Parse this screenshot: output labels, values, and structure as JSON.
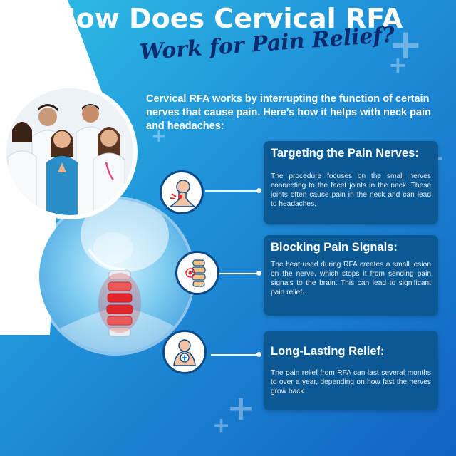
{
  "title": {
    "line1": "How Does Cervical RFA",
    "line2": "Work for Pain Relief?"
  },
  "intro": "Cervical RFA works by interrupting the function of certain nerves that cause pain. Here’s how it helps with neck pain and headaches:",
  "cards": [
    {
      "heading": "Targeting the Pain Nerves:",
      "body": "The procedure focuses on the small nerves connecting to the facet joints in the neck. These joints often cause pain in the neck and can lead to headaches.",
      "icon": "neck-pain-icon"
    },
    {
      "heading": "Blocking Pain Signals:",
      "body": "The heat used during RFA creates a small lesion on the nerve, which stops it from sending pain signals to the brain. This can lead to significant pain relief.",
      "icon": "spine-vertebrae-icon"
    },
    {
      "heading": "Long-Lasting Relief:",
      "body": "The pain relief from RFA can last several months to over a year, depending on how fast the nerves grow back.",
      "icon": "patient-back-relief-icon"
    }
  ],
  "colors": {
    "background_start": "#2fc1e6",
    "background_end": "#1163c2",
    "title_script": "#0c2a6e",
    "card_background": "#0b5892",
    "highlight_red": "#e2262c"
  }
}
